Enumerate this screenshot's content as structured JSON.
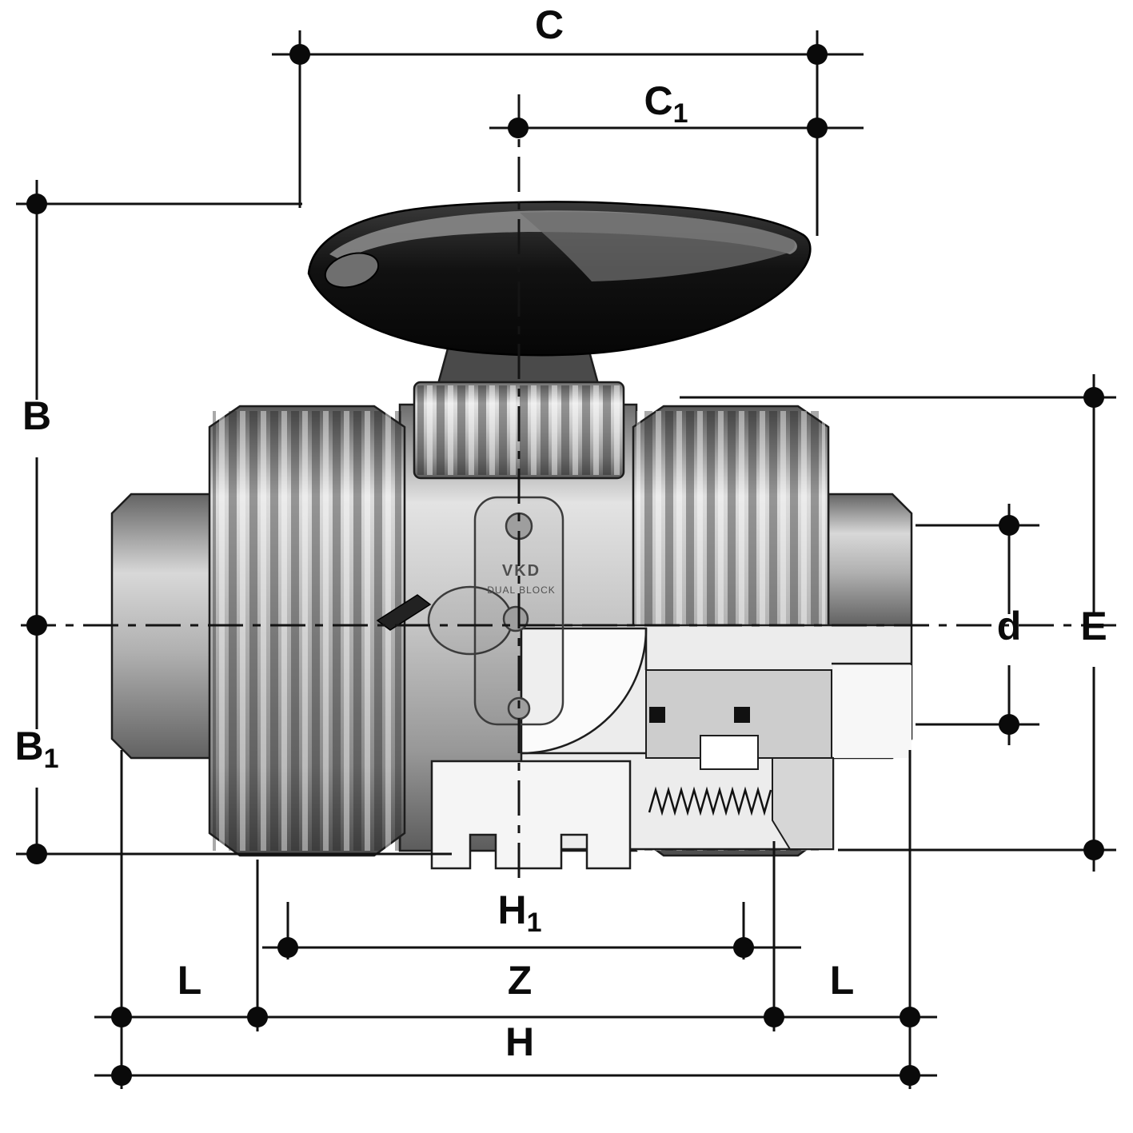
{
  "drawing": {
    "background": "#ffffff",
    "line_color": "#111111",
    "markings": {
      "brand": "VKD",
      "series": "DUAL BLOCK"
    },
    "dimension_labels": {
      "C": {
        "text": "C",
        "sub": ""
      },
      "C1": {
        "text": "C",
        "sub": "1"
      },
      "B": {
        "text": "B",
        "sub": ""
      },
      "B1": {
        "text": "B",
        "sub": "1"
      },
      "d": {
        "text": "d",
        "sub": ""
      },
      "E": {
        "text": "E",
        "sub": ""
      },
      "H1": {
        "text": "H",
        "sub": "1"
      },
      "Z": {
        "text": "Z",
        "sub": ""
      },
      "L_left": {
        "text": "L",
        "sub": ""
      },
      "L_right": {
        "text": "L",
        "sub": ""
      },
      "H": {
        "text": "H",
        "sub": ""
      }
    }
  }
}
